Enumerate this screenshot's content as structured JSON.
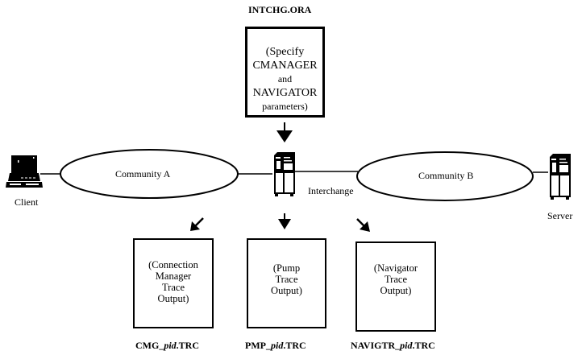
{
  "config_file": {
    "name": "INTCHG.ORA",
    "box_lines": [
      "(Specify",
      "CMANAGER",
      "and",
      "NAVIGATOR",
      "parameters)"
    ]
  },
  "nodes": {
    "client": {
      "label": "Client",
      "icon": "laptop-icon"
    },
    "interchange": {
      "label": "Interchange",
      "icon": "server-tower-icon"
    },
    "server": {
      "label": "Server",
      "icon": "server-tower-icon"
    }
  },
  "communities": [
    {
      "label": "Community A"
    },
    {
      "label": "Community B"
    }
  ],
  "outputs": [
    {
      "box_lines": [
        "(Connection",
        "Manager",
        "Trace",
        "Output)"
      ],
      "file_prefix": "CMG_",
      "file_var": "pid",
      "file_suffix": ".TRC",
      "arrow": "arrow-down-left-icon"
    },
    {
      "box_lines": [
        "(Pump",
        "Trace",
        "Output)"
      ],
      "file_prefix": "PMP_",
      "file_var": "pid",
      "file_suffix": ".TRC",
      "arrow": "arrow-down-icon"
    },
    {
      "box_lines": [
        "(Navigator",
        "Trace",
        "Output)"
      ],
      "file_prefix": "NAVIGTR_",
      "file_var": "pid",
      "file_suffix": ".TRC",
      "arrow": "arrow-down-right-icon"
    }
  ]
}
